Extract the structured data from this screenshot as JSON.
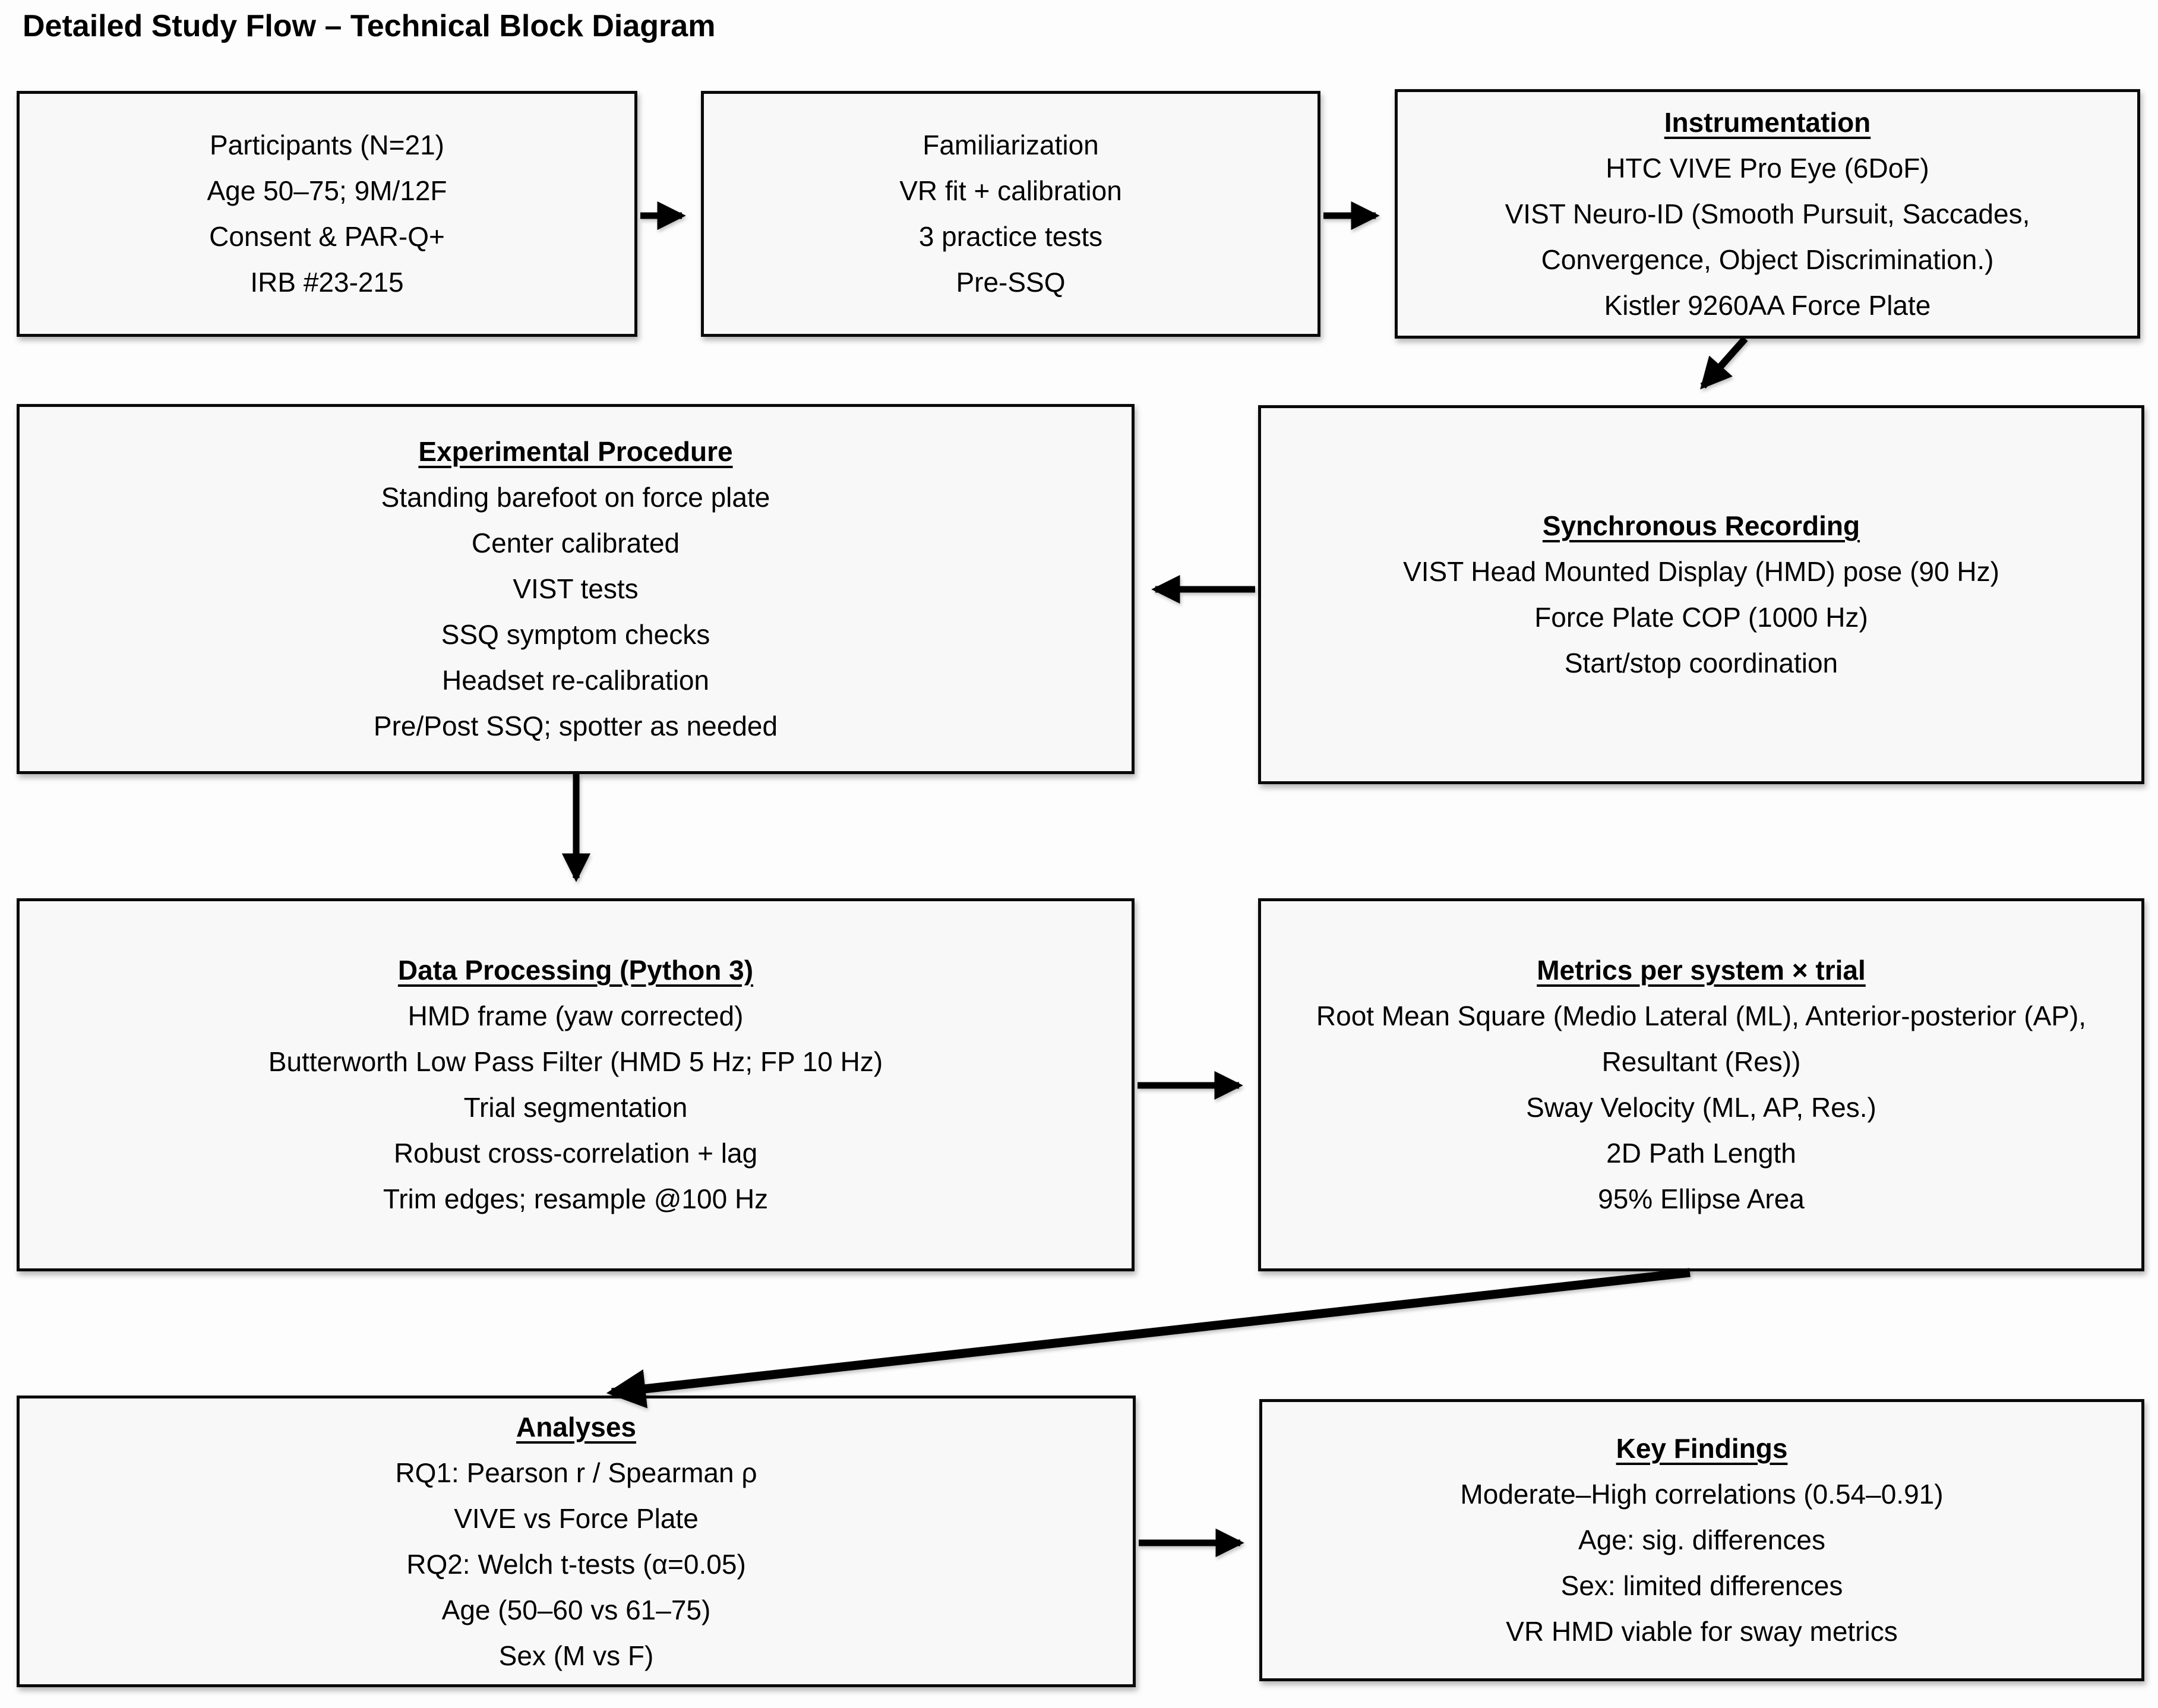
{
  "page_title": "Detailed Study Flow – Technical Block Diagram",
  "boxes": {
    "participants": {
      "lines": [
        "Participants (N=21)",
        "Age 50–75; 9M/12F",
        "Consent & PAR-Q+",
        "IRB #23-215"
      ]
    },
    "familiarization": {
      "lines": [
        "Familiarization",
        "VR fit + calibration",
        "3 practice tests",
        "Pre-SSQ"
      ]
    },
    "instrumentation": {
      "title": "Instrumentation",
      "lines": [
        "HTC VIVE Pro Eye (6DoF)",
        "VIST Neuro-ID (Smooth Pursuit, Saccades, Convergence, Object Discrimination.)",
        "Kistler 9260AA Force Plate"
      ]
    },
    "experimental_procedure": {
      "title": "Experimental Procedure",
      "lines": [
        "Standing barefoot on force plate",
        "Center calibrated",
        "VIST tests",
        "SSQ symptom checks",
        "Headset re-calibration",
        "Pre/Post SSQ; spotter as needed"
      ]
    },
    "synchronous_recording": {
      "title": "Synchronous Recording",
      "lines": [
        "VIST Head Mounted Display (HMD) pose (90 Hz)",
        "Force Plate COP (1000 Hz)",
        "Start/stop coordination"
      ]
    },
    "data_processing": {
      "title": "Data Processing (Python 3)",
      "lines": [
        "HMD frame (yaw corrected)",
        "Butterworth Low Pass Filter (HMD 5 Hz; FP 10 Hz)",
        "Trial segmentation",
        "Robust cross-correlation + lag",
        "Trim edges; resample @100 Hz"
      ]
    },
    "metrics": {
      "title": "Metrics per system × trial",
      "lines": [
        "Root Mean Square (Medio Lateral (ML), Anterior-posterior (AP), Resultant (Res))",
        "Sway Velocity (ML, AP, Res.)",
        "2D Path Length",
        "95% Ellipse Area"
      ]
    },
    "analyses": {
      "title": "Analyses",
      "lines": [
        "RQ1: Pearson r / Spearman ρ",
        "VIVE vs Force Plate",
        "RQ2: Welch t-tests (α=0.05)",
        "Age (50–60 vs 61–75)",
        "Sex (M vs F)"
      ]
    },
    "key_findings": {
      "title": "Key Findings",
      "lines": [
        "Moderate–High correlations (0.54–0.91)",
        "Age: sig. differences",
        "Sex: limited differences",
        "VR HMD viable for sway metrics"
      ]
    }
  },
  "connections": [
    {
      "from": "participants",
      "to": "familiarization"
    },
    {
      "from": "familiarization",
      "to": "instrumentation"
    },
    {
      "from": "instrumentation",
      "to": "synchronous_recording"
    },
    {
      "from": "synchronous_recording",
      "to": "experimental_procedure"
    },
    {
      "from": "experimental_procedure",
      "to": "data_processing"
    },
    {
      "from": "data_processing",
      "to": "metrics"
    },
    {
      "from": "metrics",
      "to": "analyses"
    },
    {
      "from": "analyses",
      "to": "key_findings"
    }
  ],
  "colors": {
    "box_fill": "#f8f8f8",
    "box_border": "#0a0a0a",
    "text": "#000000",
    "background": "#fdfdfd"
  }
}
